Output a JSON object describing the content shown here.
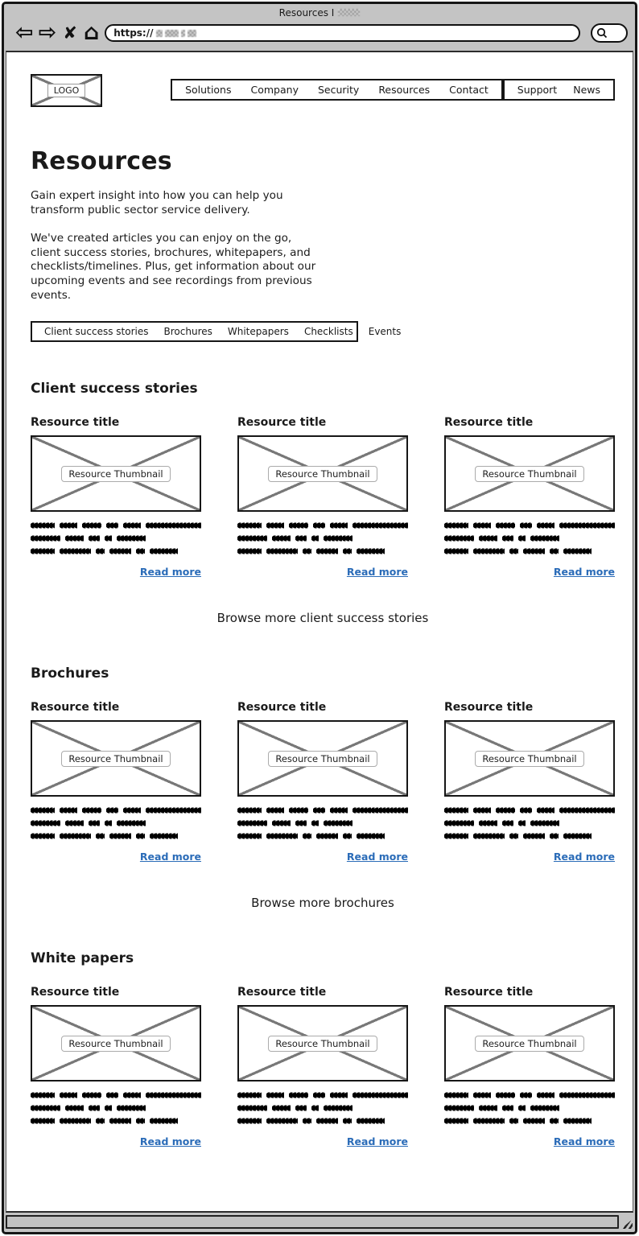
{
  "browser": {
    "window_title": "Resources I",
    "url_prefix": "https://",
    "back_label": "⇦",
    "forward_label": "⇨",
    "stop_label": "✘",
    "home_label": "⌂"
  },
  "header": {
    "logo_label": "LOGO",
    "nav_items": [
      "Solutions",
      "Company",
      "Security",
      "Resources",
      "Contact"
    ],
    "secondary_nav_items": [
      "Support",
      "News"
    ]
  },
  "page": {
    "title": "Resources",
    "intro_1": "Gain expert insight into how you can help you transform public sector service delivery.",
    "intro_2": "We've created articles you can enjoy on the go, client success stories, brochures, whitepapers, and checklists/timelines. Plus, get information about our upcoming events and see recordings from previous events."
  },
  "tabs": [
    "Client success stories",
    "Brochures",
    "Whitepapers",
    "Checklists",
    "Events"
  ],
  "card": {
    "title": "Resource title",
    "thumbnail_label": "Resource Thumbnail",
    "read_more": "Read more",
    "excerpt_is_placeholder_scribble": true
  },
  "sections": [
    {
      "heading": "Client success stories",
      "browse_more": "Browse more client success stories"
    },
    {
      "heading": "Brochures",
      "browse_more": "Browse more brochures"
    },
    {
      "heading": "White papers",
      "browse_more": ""
    }
  ],
  "colors": {
    "link_blue": "#2b6cb8",
    "chrome_gray": "#c4c4c4",
    "border_black": "#161616",
    "placeholder_diagonal_gray": "#787878"
  },
  "scribble_lines": [
    [
      30,
      23,
      24,
      15,
      23,
      70
    ],
    [
      37,
      23,
      14,
      9,
      36
    ],
    [
      30,
      39,
      11,
      27,
      11,
      35
    ]
  ]
}
